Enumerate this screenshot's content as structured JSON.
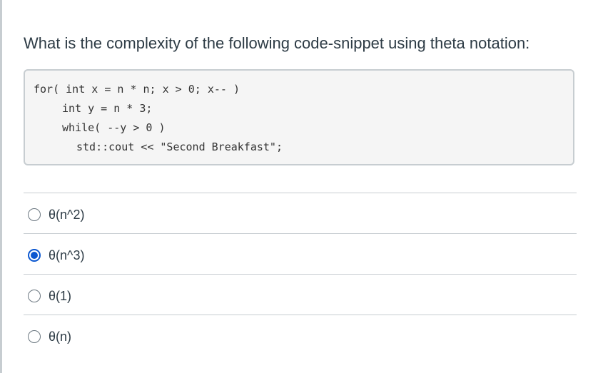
{
  "question": {
    "text": "What is the complexity of the following code-snippet using theta notation:",
    "code_lines": [
      "for( int x = n * n; x > 0; x-- )",
      "int y = n * 3;",
      "while( --y > 0 )",
      "std::cout << \"Second Breakfast\";"
    ]
  },
  "answers": [
    {
      "label": "θ(n^2)",
      "selected": false
    },
    {
      "label": "θ(n^3)",
      "selected": true
    },
    {
      "label": "θ(1)",
      "selected": false
    },
    {
      "label": "θ(n)",
      "selected": false
    }
  ],
  "colors": {
    "accent": "#0b57d0",
    "text": "#2d3b45",
    "border": "#c7cdd1",
    "code_background": "#f5f5f5"
  }
}
